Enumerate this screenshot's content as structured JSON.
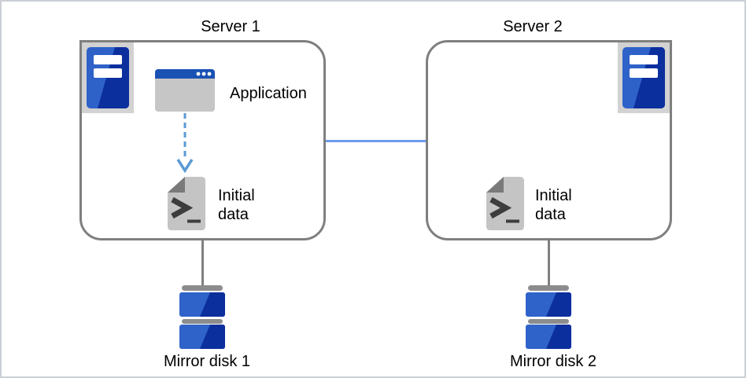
{
  "servers": [
    {
      "title": "Server 1",
      "application_label": "Application",
      "initial_data_label": "Initial data",
      "disk_label": "Mirror disk 1"
    },
    {
      "title": "Server 2",
      "initial_data_label": "Initial data",
      "disk_label": "Mirror disk 2"
    }
  ],
  "icons": {
    "server_tower": "server-tower-icon",
    "application_window": "application-window-icon",
    "initial_data_file": "terminal-file-icon",
    "mirror_disk": "mirror-disk-icon",
    "data_flow_arrow": "dashed-arrow-down-icon"
  },
  "colors": {
    "server_box_border": "#7f7f7f",
    "blue_primary": "#2f63c9",
    "blue_dark": "#0c2f9e",
    "titlebar_blue": "#1a52b4",
    "interconnect_blue": "#6e9bee",
    "arrow_blue": "#5b9bd5",
    "connector_gray": "#808080",
    "icon_body_gray": "#c6c6c6",
    "icon_panel_gray": "#d2d2d2",
    "fold_gray": "#7a7a7a"
  }
}
